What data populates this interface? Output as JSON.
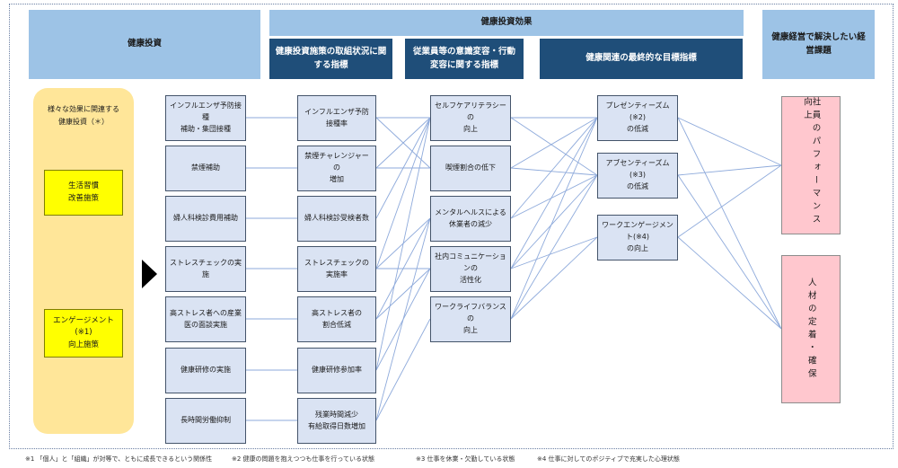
{
  "headers": {
    "investment": "健康投資",
    "effect": "健康投資効果",
    "sub1": "健康投資施策の取組状況に関する指標",
    "sub2": "従業員等の意識変容・行動変容に関する指標",
    "sub3": "健康関連の最終的な目標指標",
    "issues": "健康経営で解決したい経営課題"
  },
  "left_panel": {
    "label": "様々な効果に関連する\n健康投資（＊）",
    "box1": "生活習慣\n改善施策",
    "box2": "エンゲージメント(※1)\n向上施策"
  },
  "measures": [
    "インフルエンザ予防接種\n補助・集団接種",
    "禁煙補助",
    "婦人科検診費用補助",
    "ストレスチェックの実施",
    "高ストレス者への産業\n医の面談実施",
    "健康研修の実施",
    "長時間労働抑制"
  ],
  "indicators": [
    "インフルエンザ予防\n接種率",
    "禁煙チャレンジャーの\n増加",
    "婦人科検診受検者数",
    "ストレスチェックの\n実施率",
    "高ストレス者の\n割合低減",
    "健康研修参加率",
    "残業時間減少\n有給取得日数増加"
  ],
  "behaviors": [
    "セルフケアリテラシーの\n向上",
    "喫煙割合の低下",
    "メンタルヘルスによる\n休業者の減少",
    "社内コミュニケーションの\n活性化",
    "ワークライフバランスの\n向上"
  ],
  "goals": [
    "プレゼンティーズム(※2)\nの低減",
    "アブセンティーズム(※3)\nの低減",
    "ワークエンゲージメント(※4)\nの向上"
  ],
  "issues": [
    "社員のパフォーマンス向上",
    "人材の定着・確保"
  ],
  "footnotes": [
    "※1 「個人」と「組織」が対等で、ともに成長できるという関係性",
    "※2 健康の問題を抱えつつも仕事を行っている状態",
    "※3 仕事を休業・欠勤している状態",
    "※4 仕事に対してのポジティブで充実した心理状態"
  ],
  "colors": {
    "header_light": "#9dc3e6",
    "header_dark": "#1f4e79",
    "box_fill": "#dae3f3",
    "line": "#8eaadb",
    "yellow_panel": "#ffe699",
    "yellow_box": "#ffff00",
    "pink_box": "#ffc7ce"
  },
  "icons": {
    "arrow": "right-triangle-arrow-icon"
  }
}
